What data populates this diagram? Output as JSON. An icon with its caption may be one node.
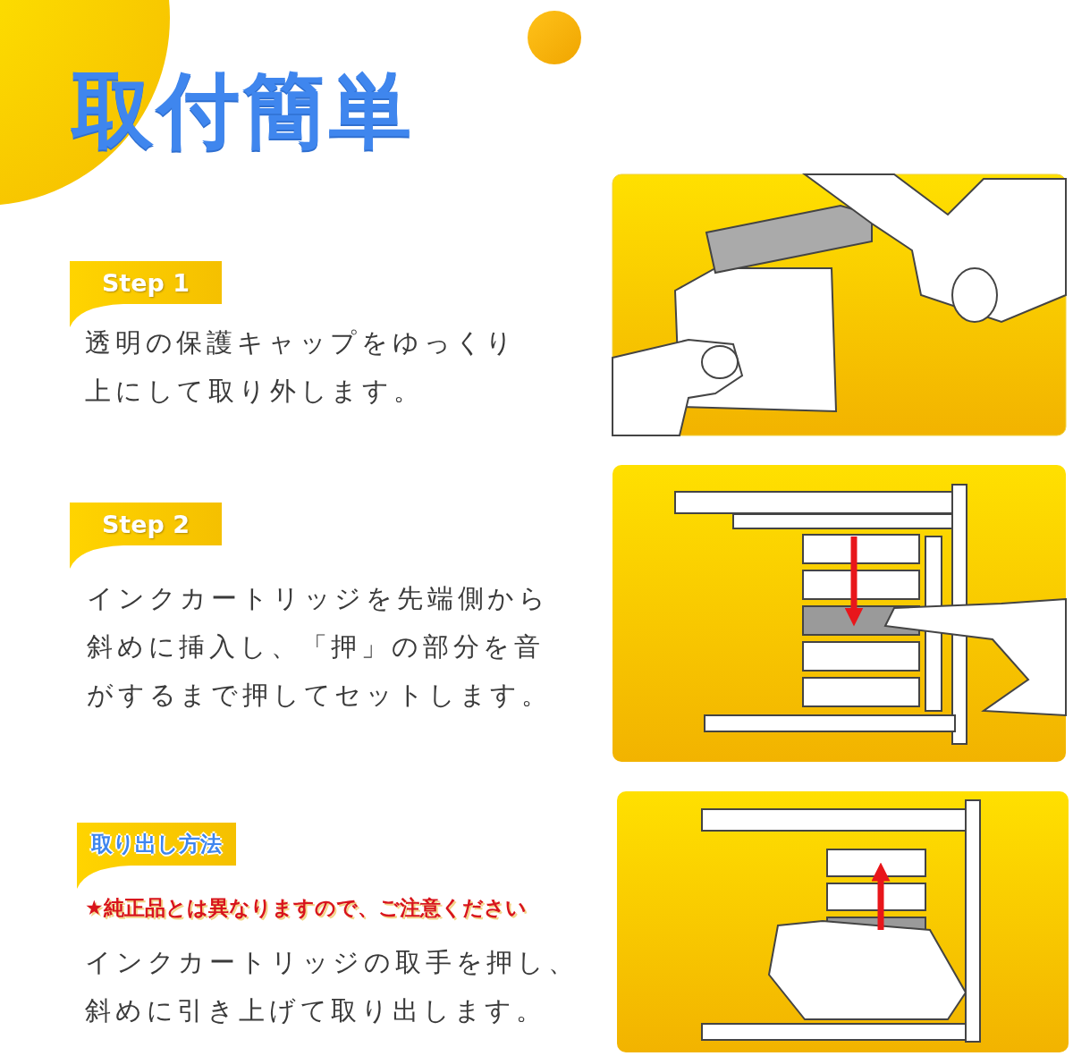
{
  "diagram": {
    "title": "取付簡単",
    "nodes": [
      {
        "text": [
          "Step 1"
        ]
      },
      {
        "text": [
          "Step 2"
        ]
      },
      {
        "text": [
          "取り出し方法"
        ],
        "beside": [
          "★純正品とは異なりますので、ご注意ください"
        ]
      }
    ],
    "labels": [
      "透明の保護キャップをゆっくり上にして取り外します。",
      "インクカートリッジを先端側から斜めに挿入し、「押」の部分を音がするまで押してセットします。",
      "インクカートリッジの取手を押し、斜めに引き上げて取り出します。"
    ]
  }
}
